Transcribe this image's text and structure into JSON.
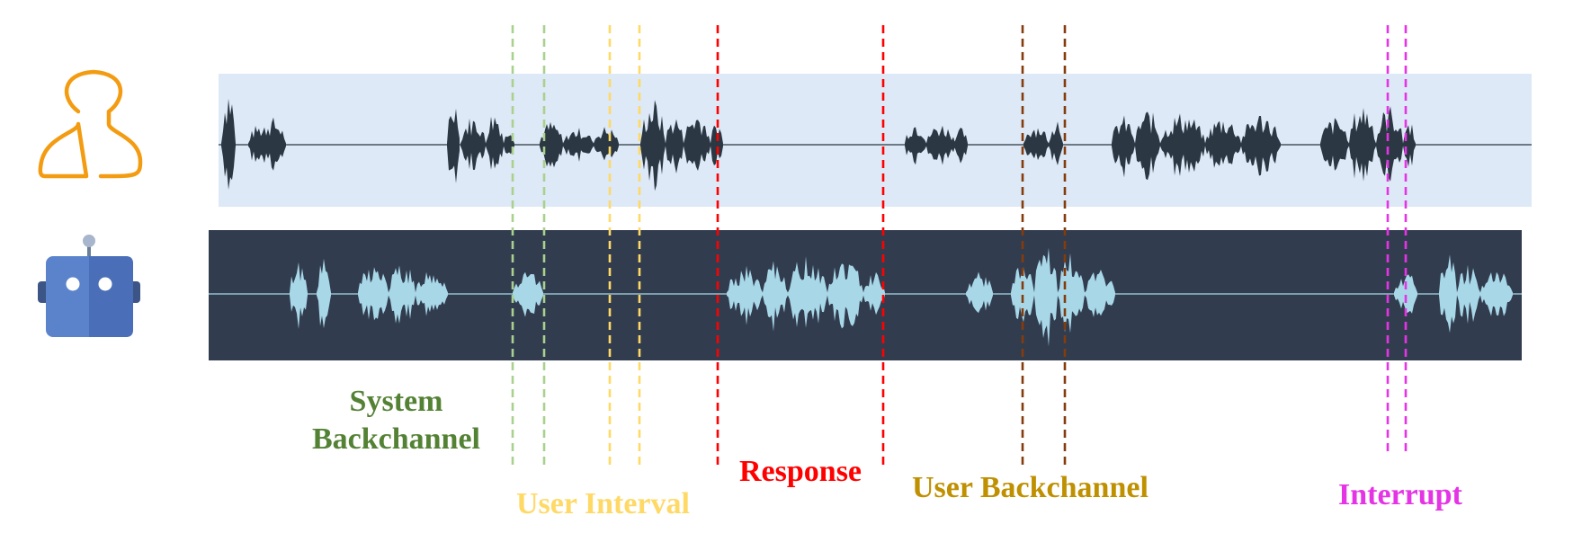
{
  "tracks": {
    "user": {
      "icon": "user-icon",
      "band_color": "#dde9f6",
      "wave_color": "#2b3742",
      "icon_color": "#f39c12"
    },
    "system": {
      "icon": "robot-icon",
      "band_color": "#323c4f",
      "wave_color": "#a8d8e8",
      "icon_color": "#4f74c2"
    }
  },
  "events": [
    {
      "id": "system-backchannel",
      "lines": [
        "System",
        "Backchannel"
      ],
      "color": "#548235",
      "line_color": "#a9d18e"
    },
    {
      "id": "user-interval",
      "lines": [
        "User Interval"
      ],
      "color": "#ffd966",
      "line_color": "#ffd966"
    },
    {
      "id": "response",
      "lines": [
        "Response"
      ],
      "color": "#ff0000",
      "line_color": "#ff0000"
    },
    {
      "id": "user-backchannel",
      "lines": [
        "User Backchannel"
      ],
      "color": "#bf9000",
      "line_color": "#843c0c"
    },
    {
      "id": "interrupt",
      "lines": [
        "Interrupt"
      ],
      "color": "#e534e5",
      "line_color": "#e534e5"
    }
  ]
}
